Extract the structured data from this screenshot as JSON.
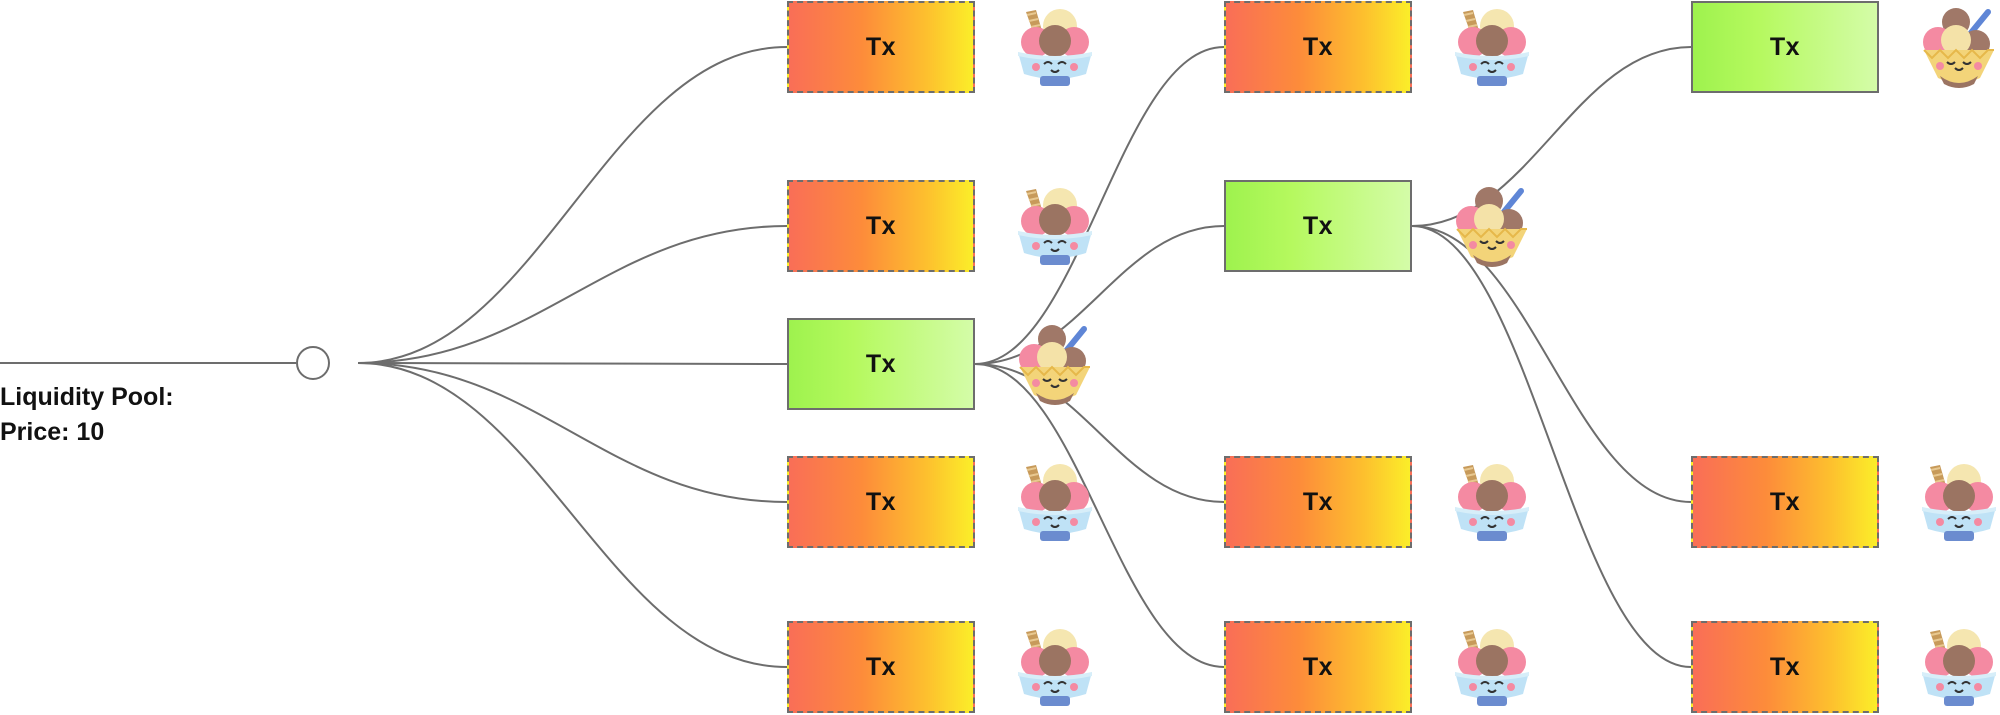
{
  "pool": {
    "label_line1": "Liquidity Pool:",
    "label_line2": "Price: 10"
  },
  "colors": {
    "rejected_gradient": [
      "#f96e57",
      "#fd8c3a",
      "#fdc02e",
      "#fbee29"
    ],
    "accepted_gradient": [
      "#9ef24e",
      "#b5f95e",
      "#d4fca8"
    ],
    "connector": "#6d6d6d"
  },
  "transactions": [
    {
      "id": "c1-r1",
      "label": "Tx",
      "status": "rejected",
      "icon": "sad-sundae-icon"
    },
    {
      "id": "c1-r2",
      "label": "Tx",
      "status": "rejected",
      "icon": "sad-sundae-icon"
    },
    {
      "id": "c1-r3",
      "label": "Tx",
      "status": "accepted",
      "icon": "happy-sundae-icon"
    },
    {
      "id": "c1-r4",
      "label": "Tx",
      "status": "rejected",
      "icon": "sad-sundae-icon"
    },
    {
      "id": "c1-r5",
      "label": "Tx",
      "status": "rejected",
      "icon": "sad-sundae-icon"
    },
    {
      "id": "c2-r1",
      "label": "Tx",
      "status": "rejected",
      "icon": "sad-sundae-icon"
    },
    {
      "id": "c2-r2",
      "label": "Tx",
      "status": "accepted",
      "icon": "happy-sundae-icon"
    },
    {
      "id": "c2-r4",
      "label": "Tx",
      "status": "rejected",
      "icon": "sad-sundae-icon"
    },
    {
      "id": "c2-r5",
      "label": "Tx",
      "status": "rejected",
      "icon": "sad-sundae-icon"
    },
    {
      "id": "c3-r1",
      "label": "Tx",
      "status": "accepted",
      "icon": "happy-sundae-icon"
    },
    {
      "id": "c3-r4",
      "label": "Tx",
      "status": "rejected",
      "icon": "sad-sundae-icon"
    },
    {
      "id": "c3-r5",
      "label": "Tx",
      "status": "rejected",
      "icon": "sad-sundae-icon"
    }
  ],
  "edges": [
    {
      "from": "pool",
      "to": "c1-r1"
    },
    {
      "from": "pool",
      "to": "c1-r2"
    },
    {
      "from": "pool",
      "to": "c1-r3"
    },
    {
      "from": "pool",
      "to": "c1-r4"
    },
    {
      "from": "pool",
      "to": "c1-r5"
    },
    {
      "from": "c1-r3",
      "to": "c2-r1"
    },
    {
      "from": "c1-r3",
      "to": "c2-r2"
    },
    {
      "from": "c1-r3",
      "to": "c2-r4"
    },
    {
      "from": "c1-r3",
      "to": "c2-r5"
    },
    {
      "from": "c2-r2",
      "to": "c3-r1"
    },
    {
      "from": "c2-r2",
      "to": "c3-r4"
    },
    {
      "from": "c2-r2",
      "to": "c3-r5"
    }
  ]
}
